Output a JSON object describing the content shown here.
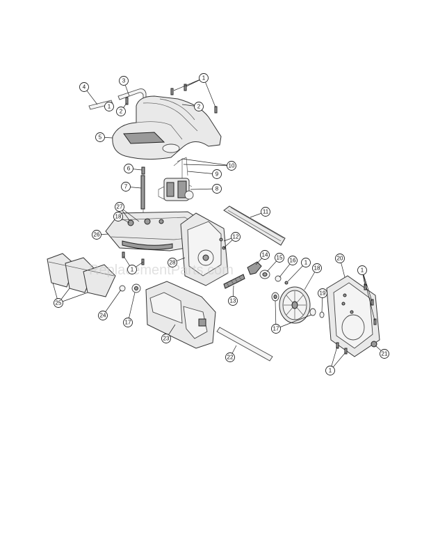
{
  "watermark": "ReplacementParts.com",
  "callouts": [
    {
      "id": "c4",
      "label": "4"
    },
    {
      "id": "c3",
      "label": "3"
    },
    {
      "id": "c1a",
      "label": "1"
    },
    {
      "id": "c2a",
      "label": "2"
    },
    {
      "id": "c1b",
      "label": "1"
    },
    {
      "id": "c2b",
      "label": "2"
    },
    {
      "id": "c5",
      "label": "5"
    },
    {
      "id": "c6",
      "label": "6"
    },
    {
      "id": "c10",
      "label": "10"
    },
    {
      "id": "c9",
      "label": "9"
    },
    {
      "id": "c7",
      "label": "7"
    },
    {
      "id": "c8",
      "label": "8"
    },
    {
      "id": "c11",
      "label": "11"
    },
    {
      "id": "c18a",
      "label": "18"
    },
    {
      "id": "c27",
      "label": "27"
    },
    {
      "id": "c26",
      "label": "26"
    },
    {
      "id": "c12",
      "label": "12"
    },
    {
      "id": "c14",
      "label": "14"
    },
    {
      "id": "c28",
      "label": "28"
    },
    {
      "id": "c1c",
      "label": "1"
    },
    {
      "id": "c15",
      "label": "15"
    },
    {
      "id": "c16",
      "label": "16"
    },
    {
      "id": "c1d",
      "label": "1"
    },
    {
      "id": "c18b",
      "label": "18"
    },
    {
      "id": "c20",
      "label": "20"
    },
    {
      "id": "c1e",
      "label": "1"
    },
    {
      "id": "c13",
      "label": "13"
    },
    {
      "id": "c19",
      "label": "19"
    },
    {
      "id": "c25",
      "label": "25"
    },
    {
      "id": "c24",
      "label": "24"
    },
    {
      "id": "c17a",
      "label": "17"
    },
    {
      "id": "c23",
      "label": "23"
    },
    {
      "id": "c17b",
      "label": "17"
    },
    {
      "id": "c22",
      "label": "22"
    },
    {
      "id": "c21",
      "label": "21"
    },
    {
      "id": "c1f",
      "label": "1"
    }
  ]
}
